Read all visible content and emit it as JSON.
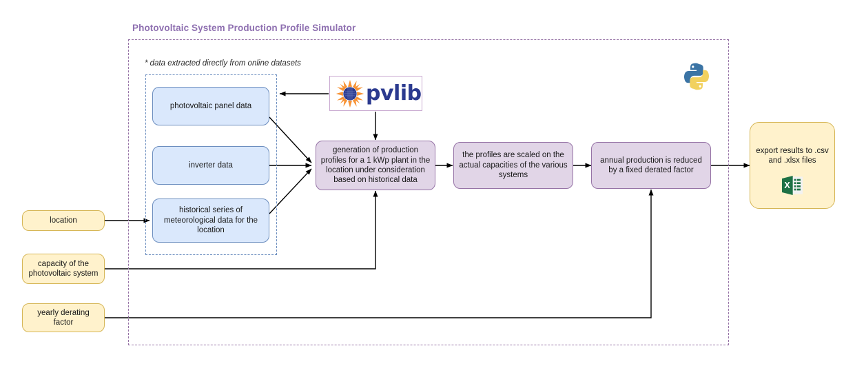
{
  "diagram": {
    "title": "Photovoltaic System Production Profile Simulator",
    "note": "* data extracted directly from online datasets",
    "title_color": "#8e6fb0",
    "outer_frame_color": "#9673a6",
    "inner_frame_color": "#6c8ebf"
  },
  "data_sources": {
    "panel": "photovoltaic panel data",
    "inverter": "inverter data",
    "meteo": "historical series of meteorological data for the location",
    "fill_color": "#dae8fc",
    "border_color": "#6c8ebf"
  },
  "inputs": {
    "location": "location",
    "capacity": "capacity of the photovoltaic system",
    "derating": "yearly derating factor",
    "fill_color": "#fff2cc",
    "border_color": "#d6b656"
  },
  "process": {
    "generation": "generation of production profiles for a 1 kWp plant in the location under consideration based on historical data",
    "scaling": "the profiles are scaled on the actual capacities of the various systems",
    "derating_step": "annual production is reduced by a fixed derated factor",
    "fill_color": "#e1d5e7",
    "border_color": "#9673a6"
  },
  "output": {
    "export": "export results to .csv and .xlsx files",
    "icon": "excel-icon",
    "fill_color": "#fff2cc",
    "border_color": "#d6b656"
  },
  "logos": {
    "pvlib": {
      "word": "pvlib",
      "sun_color": "#f79234",
      "disc_color": "#2b3a8f",
      "text_color": "#2b3a8f"
    },
    "python": {
      "name": "python-logo",
      "top_color": "#3b74a5",
      "bottom_color": "#f2d15e"
    }
  }
}
